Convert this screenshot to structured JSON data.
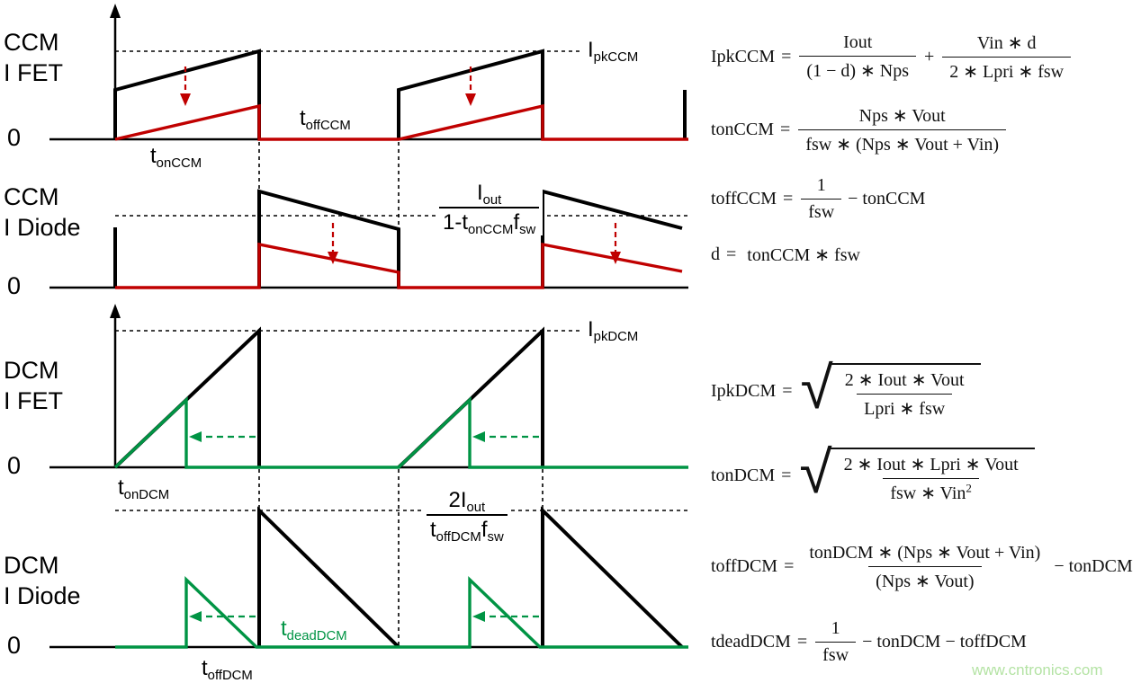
{
  "colors": {
    "black": "#000000",
    "red": "#c00000",
    "green": "#009444",
    "watermark": "#b4e3a4"
  },
  "symbols": {
    "sqrt": "√"
  },
  "plots": {
    "ccm_fet": {
      "title1": "CCM",
      "title2": "I FET",
      "zero": "0",
      "peak_base": "I",
      "peak_sub": "pkCCM",
      "ton_base": "t",
      "ton_sub": "onCCM",
      "toff_base": "t",
      "toff_sub": "offCCM"
    },
    "ccm_diode": {
      "title1": "CCM",
      "title2": "I Diode",
      "zero": "0",
      "level_num_base": "I",
      "level_num_sub": "out",
      "level_den_a": "1-t",
      "level_den_a_sub": "onCCM",
      "level_den_b": "f",
      "level_den_b_sub": "sw"
    },
    "dcm_fet": {
      "title1": "DCM",
      "title2": "I FET",
      "zero": "0",
      "peak_base": "I",
      "peak_sub": "pkDCM",
      "ton_base": "t",
      "ton_sub": "onDCM"
    },
    "dcm_diode": {
      "title1": "DCM",
      "title2": "I Diode",
      "zero": "0",
      "level_num_base": "2I",
      "level_num_sub": "out",
      "level_den_a": "t",
      "level_den_a_sub": "offDCM",
      "level_den_b": "f",
      "level_den_b_sub": "sw",
      "tdead_base": "t",
      "tdead_sub": "deadDCM",
      "toff_base": "t",
      "toff_sub": "offDCM"
    }
  },
  "equations": [
    {
      "lhs": "IpkCCM",
      "eq": "=",
      "num1": "Iout",
      "den1": "(1 − d) ∗ Nps",
      "op": "+",
      "num2": "Vin ∗ d",
      "den2": "2 ∗ Lpri ∗ fsw"
    },
    {
      "lhs": "tonCCM",
      "eq": "=",
      "num": "Nps ∗ Vout",
      "den": "fsw ∗ (Nps ∗ Vout + Vin)"
    },
    {
      "lhs": "toffCCM",
      "eq": "=",
      "num": "1",
      "den": "fsw",
      "tail": "− tonCCM"
    },
    {
      "lhs": "d",
      "eq": "=",
      "rhs": "tonCCM ∗ fsw"
    },
    {
      "lhs": "IpkDCM",
      "eq": "=",
      "num": "2 ∗ Iout ∗ Vout",
      "den": "Lpri ∗ fsw"
    },
    {
      "lhs": "tonDCM",
      "eq": "=",
      "num": "2 ∗ Iout ∗ Lpri ∗ Vout",
      "den_base": "fsw ∗ Vin",
      "den_sup": "2"
    },
    {
      "lhs": "toffDCM",
      "eq": "=",
      "num": "tonDCM ∗ (Nps ∗ Vout + Vin)",
      "den": "(Nps ∗ Vout)",
      "tail": "−  tonDCM"
    },
    {
      "lhs": "tdeadDCM",
      "eq": "=",
      "num": "1",
      "den": "fsw",
      "tail": "− tonDCM −  toffDCM"
    }
  ],
  "watermark": "www.cntronics.com"
}
